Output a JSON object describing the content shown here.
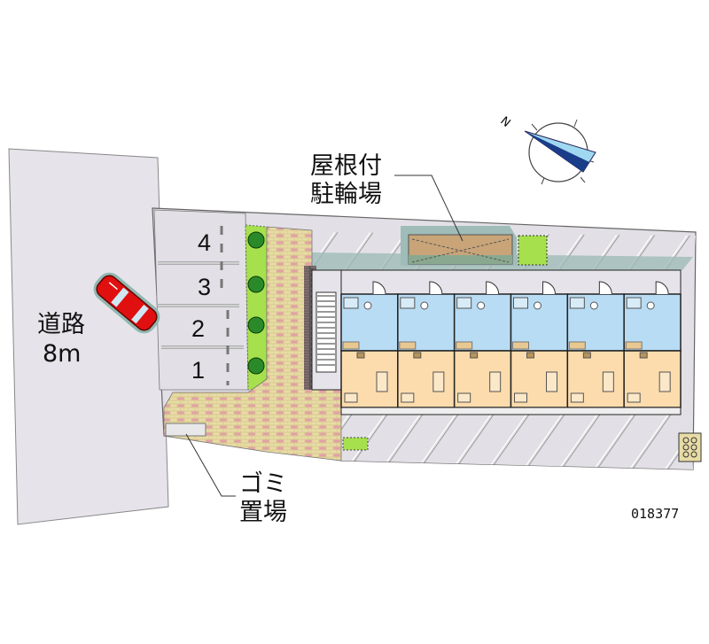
{
  "road": {
    "label": "道路",
    "width": "8m"
  },
  "parking": {
    "spaces": [
      "1",
      "2",
      "3",
      "4"
    ]
  },
  "bike_shelter": {
    "line1": "屋根付",
    "line2": "駐輪場"
  },
  "garbage": {
    "line1": "ゴミ",
    "line2": "置場"
  },
  "compass": {
    "north": "N"
  },
  "property_code": "018377",
  "building": {
    "unit_count": 6
  },
  "colors": {
    "road": "#e6e3ea",
    "lot": "#e2e0e6",
    "brick": "#d8c890",
    "unit_wet": "#b8dcf4",
    "unit_room": "#fcdcac",
    "car": "#e01010",
    "shade": "#9fbcb8",
    "bike_roof": "#c8a478",
    "green": "#a6e04c"
  }
}
